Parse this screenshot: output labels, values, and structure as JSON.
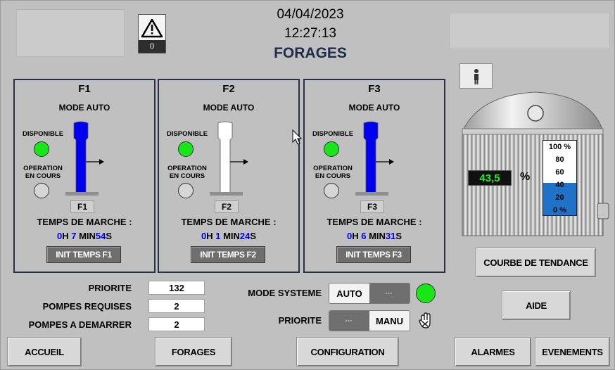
{
  "header": {
    "date": "04/04/2023",
    "time": "12:27:13",
    "title": "FORAGES",
    "alarm_count": "0"
  },
  "pumps": [
    {
      "name": "F1",
      "mode": "MODE AUTO",
      "tag": "F1",
      "running": true,
      "hours": "0",
      "minutes": "7",
      "seconds": "54",
      "init_label": "INIT TEMPS F1"
    },
    {
      "name": "F2",
      "mode": "MODE AUTO",
      "tag": "F2",
      "running": false,
      "hours": "0",
      "minutes": "1",
      "seconds": "24",
      "init_label": "INIT TEMPS F2"
    },
    {
      "name": "F3",
      "mode": "MODE AUTO",
      "tag": "F3",
      "running": true,
      "hours": "0",
      "minutes": "6",
      "seconds": "31",
      "init_label": "INIT TEMPS F3"
    }
  ],
  "labels": {
    "disponible": "DISPONIBLE",
    "operation_line1": "OPERATION",
    "operation_line2": "EN COURS",
    "temps_de_marche": "TEMPS DE MARCHE :",
    "h_unit": "H",
    "min_unit": "MIN",
    "s_unit": "S"
  },
  "tank": {
    "level_value": "43,5",
    "level_unit": "%",
    "level_percent": 43.5,
    "scale": [
      "100 %",
      "80",
      "60",
      "40",
      "20",
      "0 %"
    ],
    "colors": {
      "fill": "#1e73c8",
      "display_bg": "#111111",
      "display_text": "#22ee22"
    }
  },
  "info": {
    "priorite_label": "PRIORITE",
    "priorite_value": "132",
    "pompes_requises_label": "POMPES REQUISES",
    "pompes_requises_value": "2",
    "pompes_a_demarrer_label": "POMPES A DEMARRER",
    "pompes_a_demarrer_value": "2"
  },
  "mode_systeme": {
    "label": "MODE SYSTEME",
    "value": "AUTO",
    "knob": "⋯"
  },
  "priorite_switch": {
    "label": "PRIORITE",
    "value": "MANU",
    "knob": "⋯"
  },
  "buttons": {
    "courbe": "COURBE DE TENDANCE",
    "aide": "AIDE",
    "accueil": "ACCUEIL",
    "forages": "FORAGES",
    "configuration": "CONFIGURATION",
    "alarmes": "ALARMES",
    "evenements": "EVENEMENTS"
  },
  "colors": {
    "pump_running": "#0000ee",
    "pump_stopped": "#ffffff",
    "led_on": "#19e619",
    "led_off": "#d6d6d6"
  }
}
